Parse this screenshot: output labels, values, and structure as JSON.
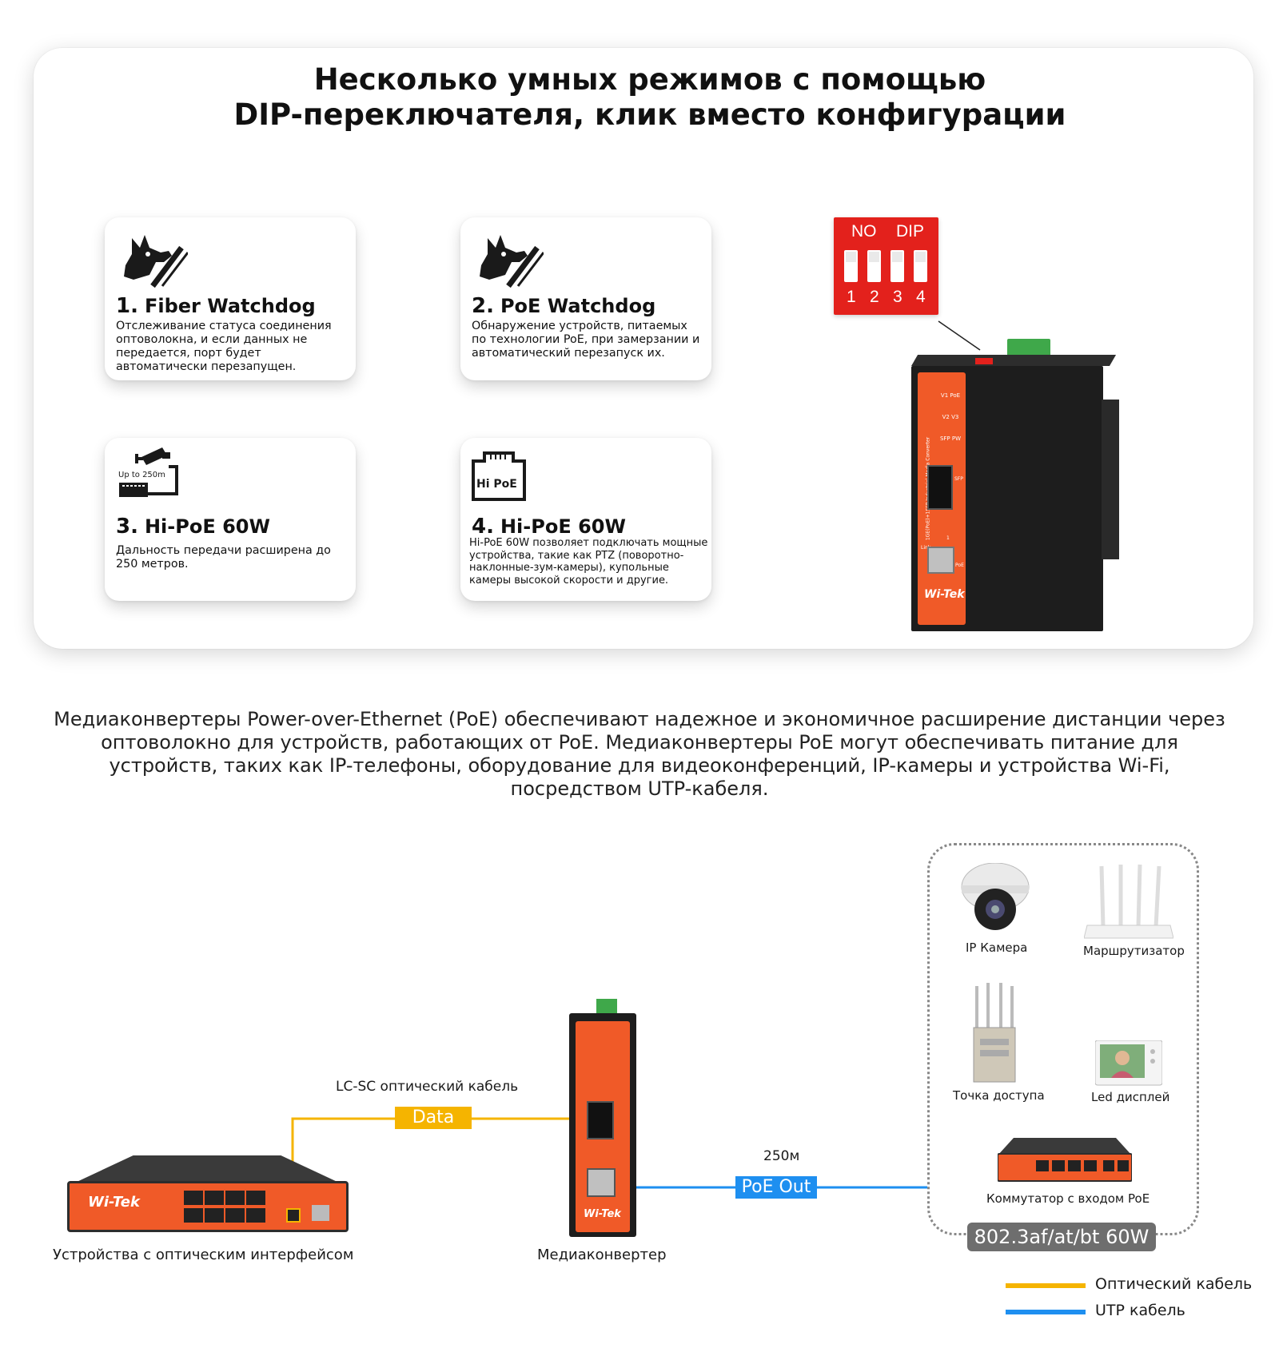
{
  "title": {
    "line1": "Несколько умных режимов с помощью",
    "line2": "DIP-переключателя, клик вместо конфигурации"
  },
  "features": [
    {
      "number": "1.",
      "title": "Fiber Watchdog",
      "description": "Отслеживание статуса соединения оптоволокна, и если данных не передается, порт будет автоматически перезапущен.",
      "icon": "watchdog-icon"
    },
    {
      "number": "2.",
      "title": "PoE Watchdog",
      "description": "Обнаружение устройств, питаемых по технологии PoE, при замерзании и автоматический перезапуск их.",
      "icon": "watchdog-icon"
    },
    {
      "number": "3.",
      "title": "Hi-PoE 60W",
      "description": "Дальность передачи расширена до 250 метров.",
      "icon": "camera-range-icon",
      "icon_label": "Up to 250m"
    },
    {
      "number": "4.",
      "title": "Hi-PoE 60W",
      "description": "Hi-PoE 60W позволяет подключать мощные устройства, такие как PTZ (поворотно-наклонные-зум-камеры), купольные камеры высокой скорости и другие.",
      "icon": "hi-poe-icon",
      "icon_label": "Hi PoE"
    }
  ],
  "dip_switch": {
    "label_no": "NO",
    "label_dip": "DIP",
    "numbers": [
      "1",
      "2",
      "3",
      "4"
    ]
  },
  "converter_print": {
    "leds": [
      "V1",
      "PoE",
      "V2",
      "V3",
      "SFP",
      "PW"
    ],
    "vertical_label": "1GE(PoE)+1SFP Industrial Media Converter",
    "sfp_label": "SFP",
    "port_number": "1",
    "link_label": "Link",
    "poe_label": "PoE",
    "brand": "Wi-Tek"
  },
  "paragraph": "Медиаконвертеры Power-over-Ethernet (PoE) обеспечивают надежное и экономичное расширение дистанции через оптоволокно для устройств, работающих от PoE. Медиаконвертеры PoE могут обеспечивать питание для устройств, таких как IP-телефоны, оборудование для видеоконференций, IP-камеры и устройства Wi-Fi, посредством UTP-кабеля.",
  "diagram": {
    "fiber_cable_label": "LC-SC оптический кабель",
    "data_tag": "Data",
    "distance": "250м",
    "poe_out_tag": "PoE Out",
    "switch_caption": "Устройства с оптическим интерфейсом",
    "switch_brand": "Wi-Tek",
    "converter_caption": "Медиаконвертер",
    "converter_brand": "Wi-Tek",
    "devices": [
      {
        "name": "IP Камера",
        "icon": "ip-camera-icon"
      },
      {
        "name": "Маршрутизатор",
        "icon": "router-icon"
      },
      {
        "name": "Точка доступа",
        "icon": "access-point-icon"
      },
      {
        "name": "Led дисплей",
        "icon": "led-display-icon"
      },
      {
        "name": "Коммутатор с входом PoE",
        "icon": "poe-switch-icon"
      }
    ],
    "standard": "802.3af/at/bt 60W",
    "legend": [
      {
        "label": "Оптический кабель",
        "color": "#f5b400"
      },
      {
        "label": "UTP кабель",
        "color": "#1e8ff0"
      }
    ]
  }
}
